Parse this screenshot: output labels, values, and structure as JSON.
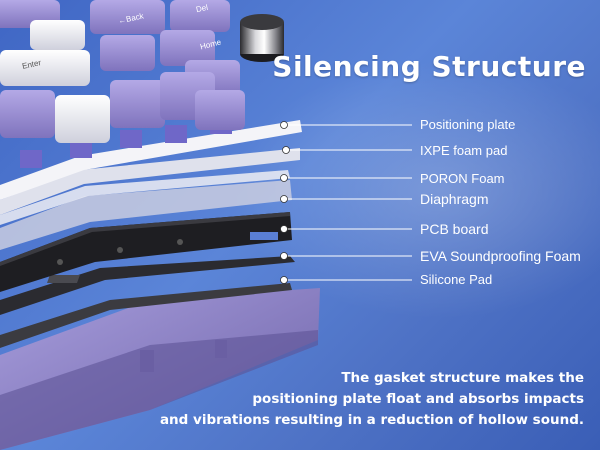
{
  "title": "Silencing Structure",
  "layers": [
    {
      "label": "Positioning plate"
    },
    {
      "label": "IXPE foam pad"
    },
    {
      "label": "PORON Foam"
    },
    {
      "label": "Diaphragm"
    },
    {
      "label": "PCB board"
    },
    {
      "label": "EVA Soundproofing Foam"
    },
    {
      "label": "Silicone Pad"
    }
  ],
  "keycaps": {
    "back": "←Back",
    "enter": "Enter",
    "home": "Home",
    "del": "Del"
  },
  "caption": [
    "The gasket structure makes the",
    "positioning plate float and absorbs impacts",
    "and vibrations resulting in a reduction of hollow sound."
  ],
  "colors": {
    "background": "#4f77cc",
    "keycap_purple": "#9b8fd0",
    "keycap_white": "#eeeef6",
    "plate_white": "#f2f2f6",
    "pcb_black": "#1e1e22",
    "case_purple": "#8c80c4"
  }
}
